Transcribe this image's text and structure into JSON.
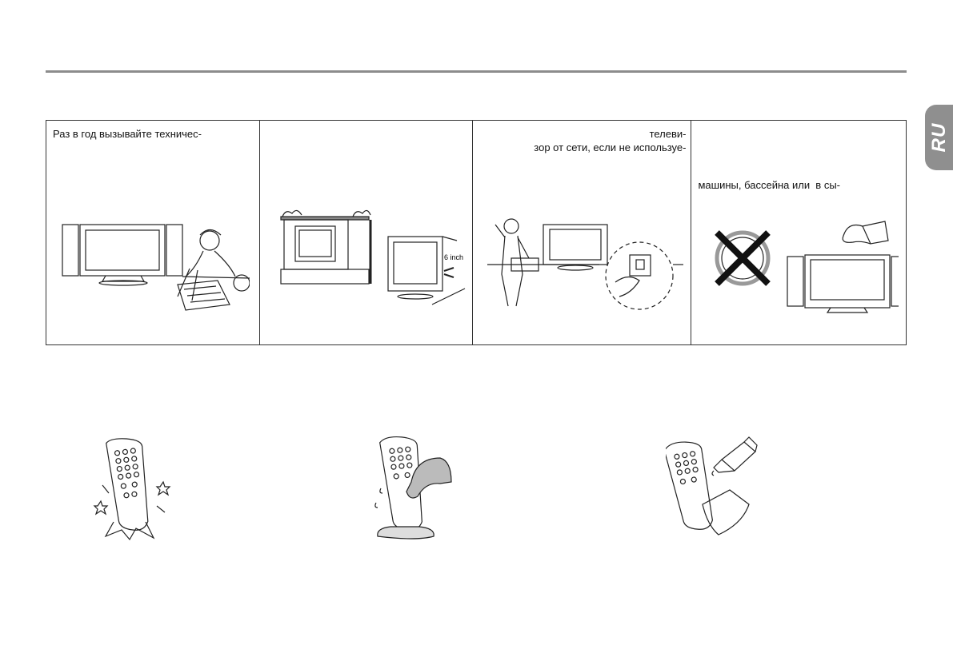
{
  "language_tab": "RU",
  "panels": [
    {
      "text": "Раз в год вызывайте техничес-"
    },
    {
      "text": "",
      "label": "6 inch"
    },
    {
      "text": "телеви-\nзор от сети, если не используе-"
    },
    {
      "text": "машины, бассейна или  в сы-"
    }
  ],
  "icons": {
    "panel1": "tv-service-technician-icon",
    "panel2": "tv-ventilation-distance-icon",
    "panel3": "unplug-tv-icon",
    "panel4": "no-water-near-tv-icon",
    "remote1": "remote-do-not-drop-icon",
    "remote2": "remote-keep-dry-icon",
    "remote3": "remote-do-not-use-chemicals-icon"
  }
}
